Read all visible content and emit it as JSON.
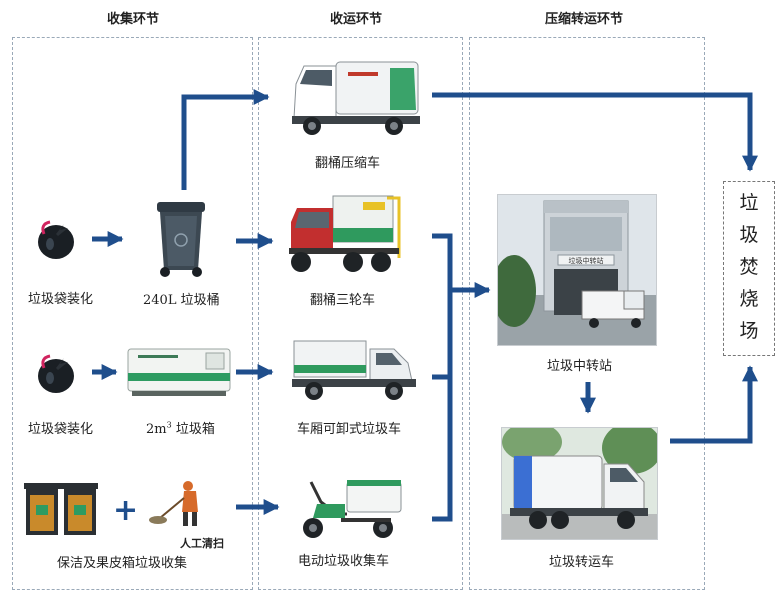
{
  "stages": {
    "collection": "收集环节",
    "transport": "收运环节",
    "transfer": "压缩转运环节"
  },
  "collection": {
    "bagged_1": "垃圾袋装化",
    "bin_240": "240L 垃圾桶",
    "bagged_2": "垃圾袋装化",
    "box_2m3_prefix": "2m",
    "box_2m3_sup": "3",
    "box_2m3_suffix": " 垃圾箱",
    "public_bins": "保洁及果皮箱垃圾收集",
    "manual_sweep_tag": "人工清扫"
  },
  "transport": {
    "compactor": "翻桶压缩车",
    "tricycle": "翻桶三轮车",
    "detachable": "车厢可卸式垃圾车",
    "electric": "电动垃圾收集车"
  },
  "transfer": {
    "station": "垃圾中转站",
    "station_sign": "垃圾中转站",
    "transfer_truck": "垃圾转运车"
  },
  "destination": {
    "label_chars": [
      "垃",
      "圾",
      "焚",
      "烧",
      "场"
    ]
  },
  "colors": {
    "arrow": "#1f4e8c",
    "panel_border": "#9aa9b8"
  }
}
